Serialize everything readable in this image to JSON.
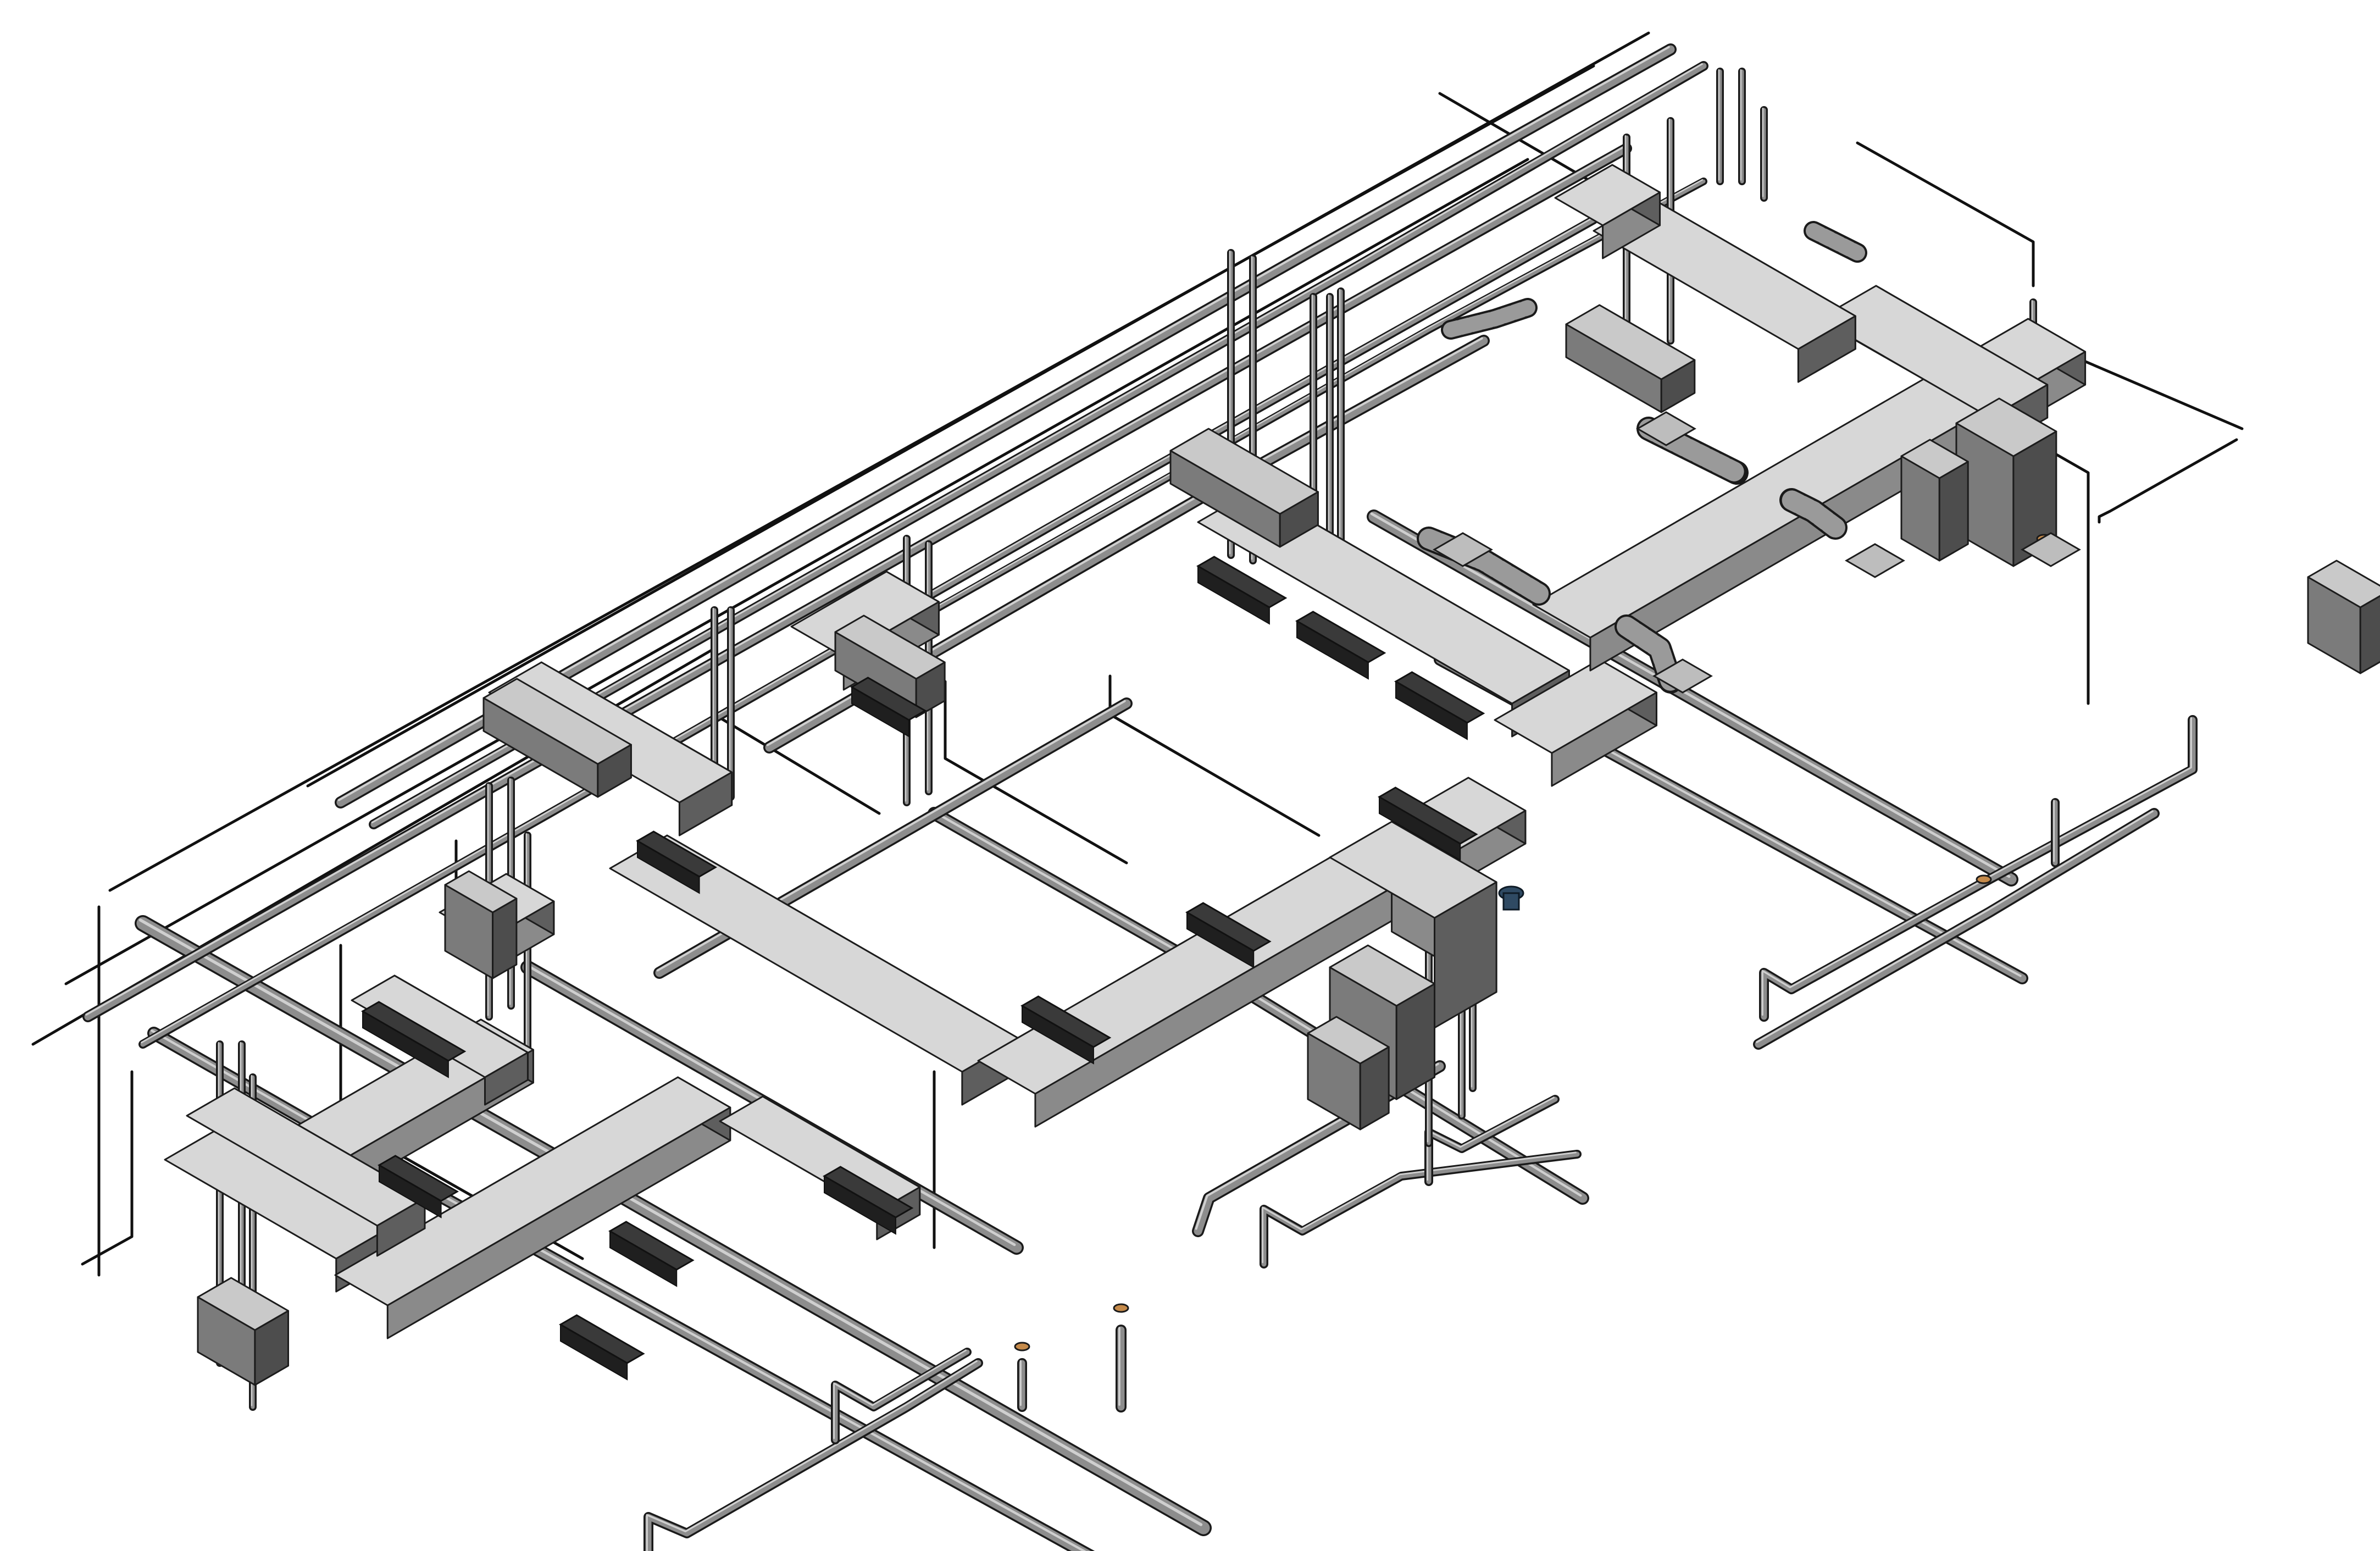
{
  "drawing": {
    "palette": {
      "background": "#ffffff",
      "duct_top": "#d7d7d7",
      "duct_side": "#8a8a8a",
      "duct_dark": "#5e5e5e",
      "pipe_outline": "#1a1a1a",
      "pipe_fill": "#8d8d8d",
      "floor_drain_cap": "#c58a4a",
      "valve": "#2f4a63"
    },
    "components": [
      "supply-duct-network",
      "return-duct-network",
      "air-handling-unit",
      "rooftop-equipment",
      "linear-diffusers",
      "flexible-ducts",
      "ceiling-diffusers",
      "sanitary-piping",
      "domestic-water-piping",
      "floor-drains",
      "electrical-panel",
      "control-conduits"
    ]
  }
}
